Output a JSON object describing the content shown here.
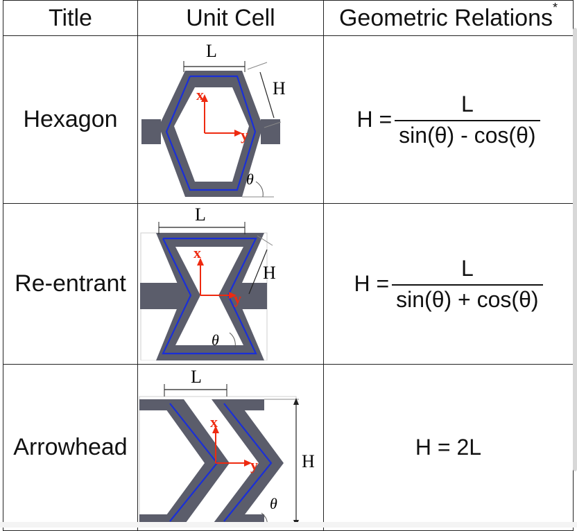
{
  "header": {
    "title": "Title",
    "unit_cell": "Unit Cell",
    "relations": "Geometric Relations",
    "relations_mark": "*"
  },
  "rows": [
    {
      "title": "Hexagon",
      "labels": {
        "L": "L",
        "H": "H",
        "x": "x",
        "y": "y",
        "theta": "θ"
      },
      "formula": {
        "lhs": "H =",
        "numerator": "L",
        "denominator": "sin(θ) - cos(θ)"
      }
    },
    {
      "title": "Re-entrant",
      "labels": {
        "L": "L",
        "H": "H",
        "x": "x",
        "y": "y",
        "theta": "θ"
      },
      "formula": {
        "lhs": "H =",
        "numerator": "L",
        "denominator": "sin(θ) + cos(θ)"
      }
    },
    {
      "title": "Arrowhead",
      "labels": {
        "L": "L",
        "H": "H",
        "x": "x",
        "y": "y",
        "theta": "θ"
      },
      "formula": {
        "text": "H = 2L"
      }
    }
  ],
  "colors": {
    "strut": "#5b5d6b",
    "midline": "#1a2fd8",
    "axes": "#ee2a10",
    "border": "#222222"
  }
}
